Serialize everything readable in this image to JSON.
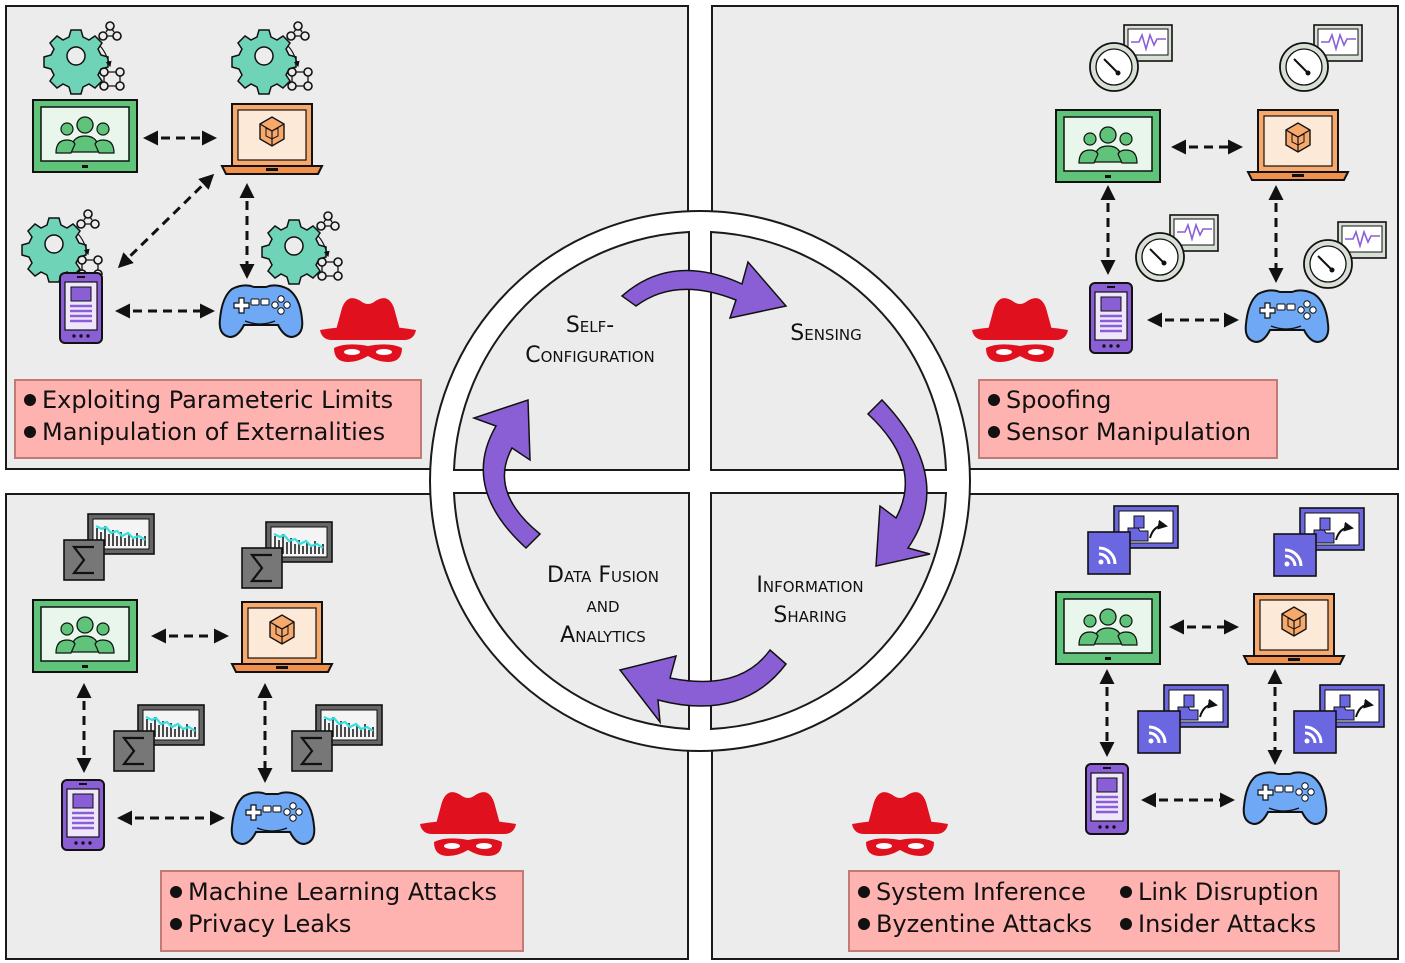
{
  "cycle": {
    "stages": [
      {
        "lines": [
          "Self-",
          "Configuration"
        ]
      },
      {
        "lines": [
          "Sensing"
        ]
      },
      {
        "lines": [
          "Information",
          "Sharing"
        ]
      },
      {
        "lines": [
          "Data Fusion",
          "and",
          "Analytics"
        ]
      }
    ],
    "arrow_color": "#8a5fd6"
  },
  "attack_boxes": {
    "self_configuration": [
      "Exploiting Parameteric Limits",
      "Manipulation of Externalities"
    ],
    "sensing": [
      "Spoofing",
      "Sensor Manipulation"
    ],
    "data_fusion": [
      "Machine Learning Attacks",
      "Privacy Leaks"
    ],
    "information_sharing": [
      "System Inference",
      "Link Disruption",
      "Byzentine Attacks",
      "Insider Attacks"
    ]
  },
  "colors": {
    "panel_bg": "#ececec",
    "attack_box_bg": "#ffb3b0",
    "hacker_red": "#e0101f",
    "tv_green": "#5fc47a",
    "laptop_orange": "#f0904a",
    "phone_purple": "#8a5fd6",
    "gamepad_blue": "#6fa8f5",
    "gear_teal": "#6fd3b8",
    "monitor_purple": "#6b67e0",
    "sigma_gray": "#555555",
    "chart_cyan": "#35e0e0"
  },
  "icons": [
    "tv-icon",
    "laptop-icon",
    "phone-icon",
    "gamepad-icon",
    "gear-icon",
    "gauge-icon",
    "sigma-chart-icon",
    "wifi-share-icon",
    "hacker-icon"
  ]
}
